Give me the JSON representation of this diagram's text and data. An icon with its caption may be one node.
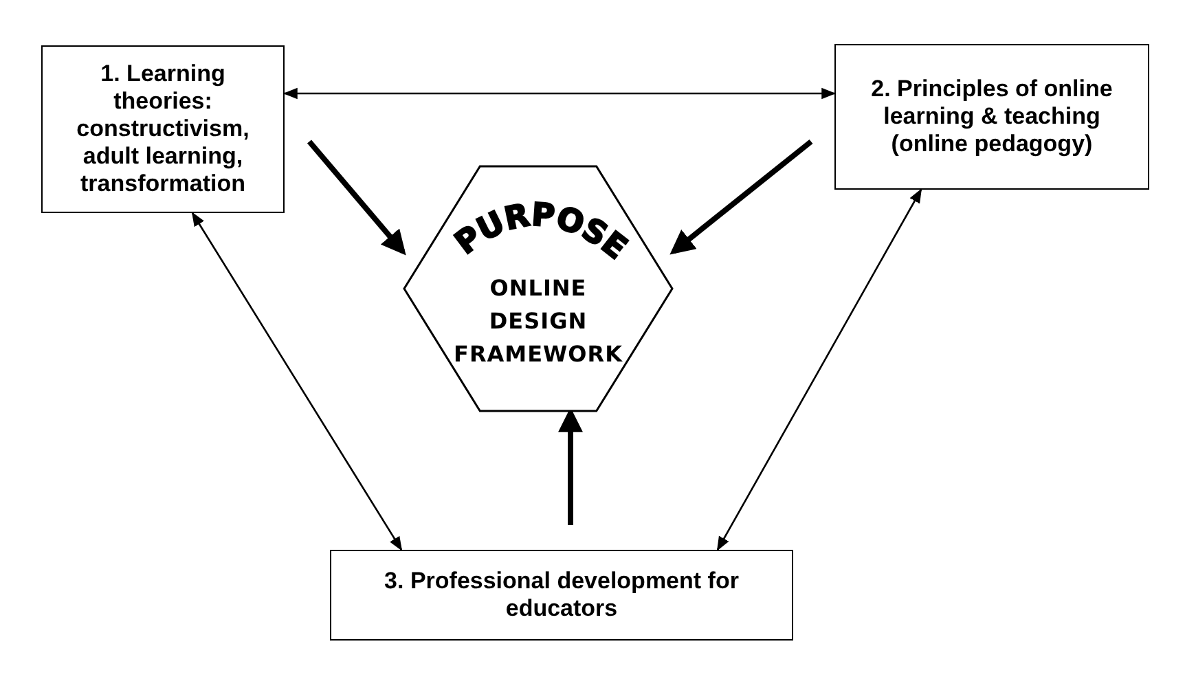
{
  "diagram": {
    "nodes": [
      {
        "text": [
          "1. Learning theories: constructivism, adult learning, transformation"
        ]
      },
      {
        "text": [
          "2. Principles of online learning & teaching (online pedagogy)"
        ]
      },
      {
        "text": [
          "PURPOSE",
          "ONLINE DESIGN FRAMEWORK"
        ]
      },
      {
        "text": [
          "3. Professional development for educators"
        ]
      }
    ],
    "edges": [
      {
        "from": 0,
        "to": 1,
        "arrow": "both"
      },
      {
        "from": 0,
        "to": 3,
        "arrow": "both"
      },
      {
        "from": 1,
        "to": 3,
        "arrow": "both"
      },
      {
        "from": null,
        "to": 2,
        "arrow": "to",
        "style": "thick"
      },
      {
        "from": null,
        "to": 2,
        "arrow": "to",
        "style": "thick"
      },
      {
        "from": null,
        "to": 2,
        "arrow": "to",
        "style": "thick"
      }
    ]
  }
}
